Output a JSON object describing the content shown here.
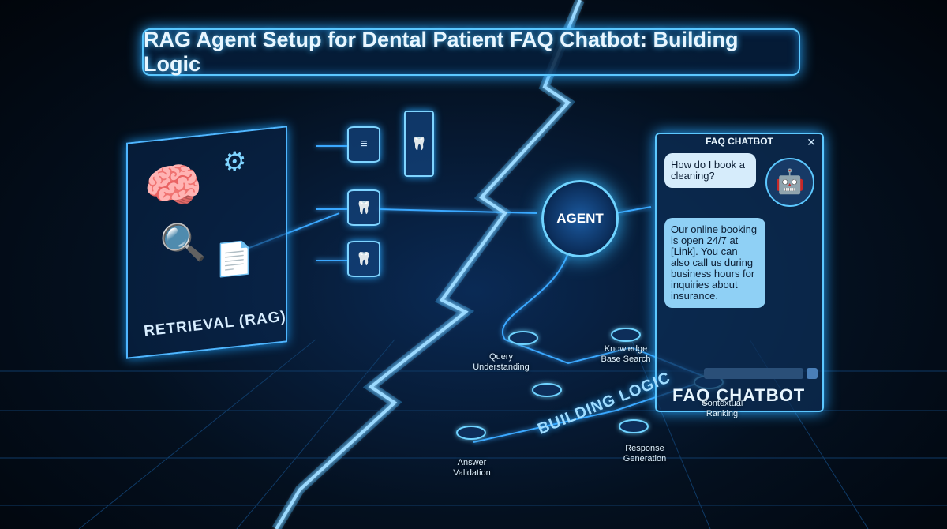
{
  "title": "RAG Agent Setup for Dental Patient FAQ Chatbot: Building Logic",
  "left_panel": {
    "label": "RETRIEVAL (RAG)",
    "icons": [
      "brain-icon",
      "gear-icon",
      "magnifier-icon",
      "document-icon"
    ]
  },
  "databases": [
    {
      "icon": "database-icon"
    },
    {
      "icon": "tooth-icon"
    },
    {
      "icon": "tooth-glasses-icon"
    }
  ],
  "agent": {
    "label": "AGENT"
  },
  "chatbot": {
    "window_title": "FAQ CHATBOT",
    "user_message": "How do I book a cleaning?",
    "bot_message": "Our online booking is open 24/7 at [Link]. You can also call us during business hours for inquiries about insurance.",
    "footer_label": "FAQ CHATBOT"
  },
  "building_logic": {
    "label": "BUILDING LOGIC",
    "steps": [
      {
        "label": "Query Understanding"
      },
      {
        "label": "Knowledge Base Search"
      },
      {
        "label": "Contextual Ranking"
      },
      {
        "label": "Response Generation"
      },
      {
        "label": "Answer Validation"
      }
    ]
  },
  "colors": {
    "accent": "#4cc0ff",
    "background": "#020812",
    "lightning": "#bfeaff"
  }
}
